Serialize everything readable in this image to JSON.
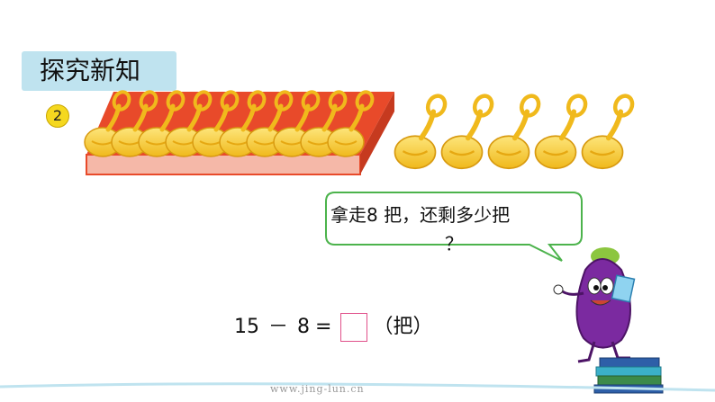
{
  "header": {
    "title": "探究新知"
  },
  "problem": {
    "number": "2"
  },
  "speech_bubble": {
    "text": "拿走8 把，还剩多少把",
    "question_mark": "？"
  },
  "equation": {
    "minuend": "15",
    "minus": "－",
    "subtrahend": "8",
    "equals": "=",
    "unit": "（把）"
  },
  "footer": {
    "watermark": "www.jing-lun.cn"
  },
  "colors": {
    "title_bg": "#bfe3ef",
    "spoon_gold": "#f8c82c",
    "tray_red": "#e84a2a",
    "bubble_border": "#4cb34c",
    "box_border": "#e0508a",
    "eggplant": "#7b2aa0"
  },
  "icons": {
    "spoon": "golden-spoon-icon",
    "tray": "spoon-tray",
    "mascot": "eggplant-mascot",
    "books": "book-stack-icon"
  },
  "scene": {
    "spoons_in_tray": 10,
    "spoons_outside": 5
  }
}
